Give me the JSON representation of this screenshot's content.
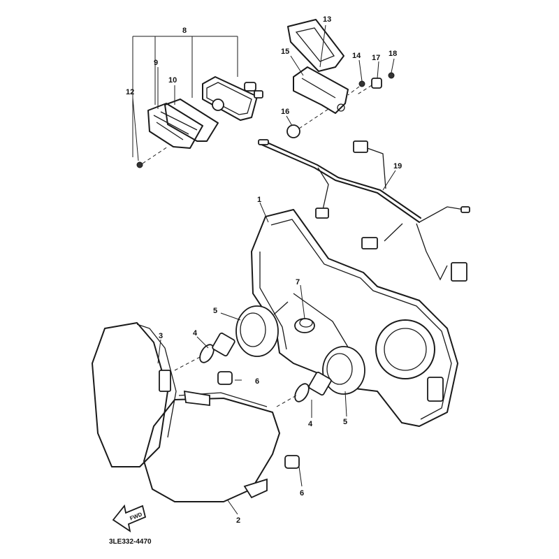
{
  "diagram": {
    "callouts": {
      "c1": "1",
      "c2": "2",
      "c3": "3",
      "c4a": "4",
      "c4b": "4",
      "c5a": "5",
      "c5b": "5",
      "c6a": "6",
      "c6b": "6",
      "c7": "7",
      "c8": "8",
      "c9": "9",
      "c10": "10",
      "c12": "12",
      "c13": "13",
      "c14": "14",
      "c15": "15",
      "c16": "16",
      "c17": "17",
      "c18": "18",
      "c19": "19"
    },
    "forward_label": "FWD",
    "drawing_code": "3LE332-4470"
  }
}
